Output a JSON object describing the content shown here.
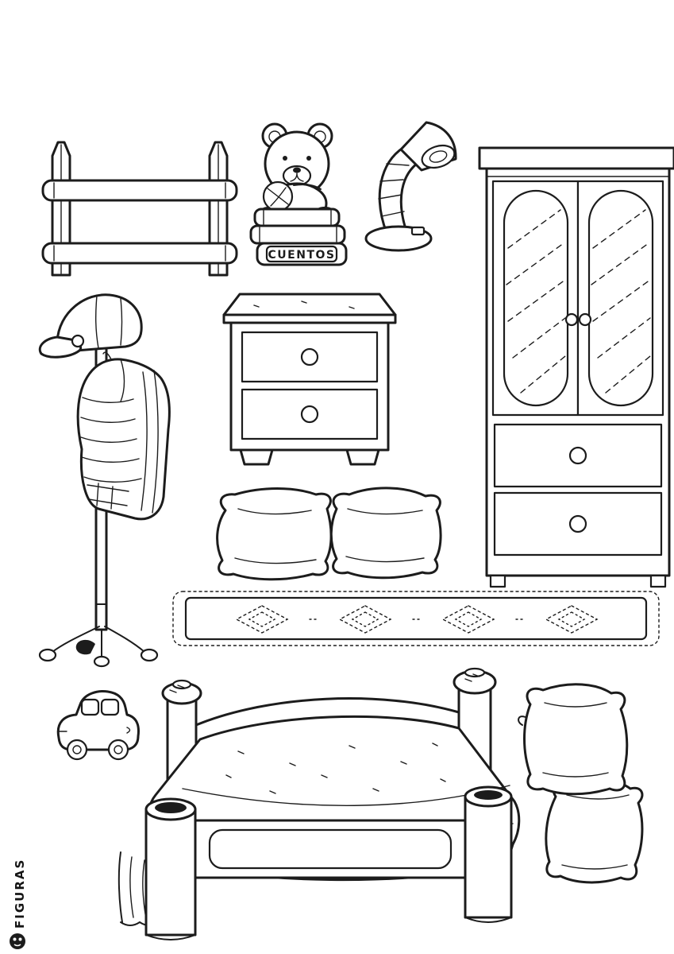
{
  "page": {
    "title": "Children's bedroom furniture coloring page",
    "background_color": "#ffffff",
    "line_color": "#1c1c1c"
  },
  "book": {
    "title_label": "CUENTOS"
  },
  "watermark": {
    "brand": "FIGURAS"
  },
  "scene": {
    "items": [
      "wall-shelf",
      "teddy-bear",
      "book-stack",
      "desk-lamp",
      "wardrobe",
      "coat-rack",
      "cap",
      "vest",
      "nightstand",
      "pillow-left",
      "pillow-right",
      "rug",
      "toy-car",
      "bed",
      "stacked-pillows"
    ]
  }
}
